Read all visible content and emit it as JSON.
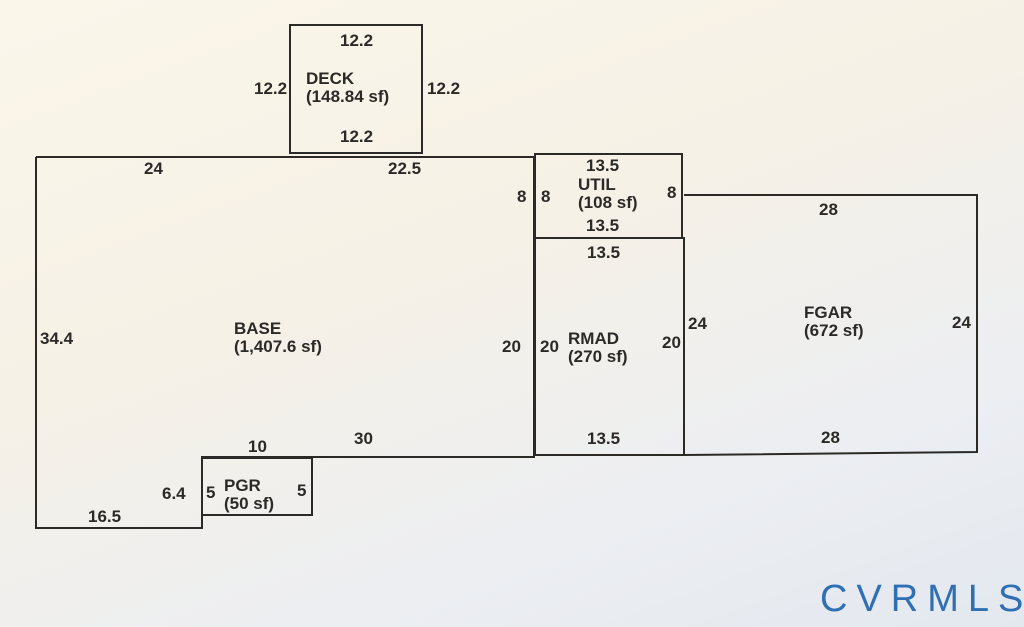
{
  "rooms": {
    "deck": {
      "name": "DECK",
      "area": "(148.84 sf)",
      "dims": [
        "12.2",
        "12.2",
        "12.2",
        "12.2"
      ]
    },
    "base": {
      "name": "BASE",
      "area": "(1,407.6 sf)",
      "dims": {
        "top_left": "24",
        "top_right": "22.5",
        "right": "20",
        "left": "34.4",
        "bottom": "30",
        "bottom_left": "16.5",
        "step": "6.4",
        "right_upper": "8"
      }
    },
    "util": {
      "name": "UTIL",
      "area": "(108 sf)",
      "dims": {
        "top": "13.5",
        "bottom": "13.5",
        "left": "8",
        "right": "8"
      }
    },
    "rmad": {
      "name": "RMAD",
      "area": "(270 sf)",
      "dims": {
        "top": "13.5",
        "bottom": "13.5",
        "left": "20",
        "right": "20"
      }
    },
    "fgar": {
      "name": "FGAR",
      "area": "(672 sf)",
      "dims": {
        "top": "28",
        "bottom": "28",
        "left": "24",
        "right": "24"
      }
    },
    "pgr": {
      "name": "PGR",
      "area": "(50 sf)",
      "dims": {
        "left": "5",
        "right": "5",
        "top": "10"
      }
    }
  },
  "logo": "CVRMLS",
  "colors": {
    "line": "#2b2a27",
    "logo": "#2f6fb4"
  }
}
